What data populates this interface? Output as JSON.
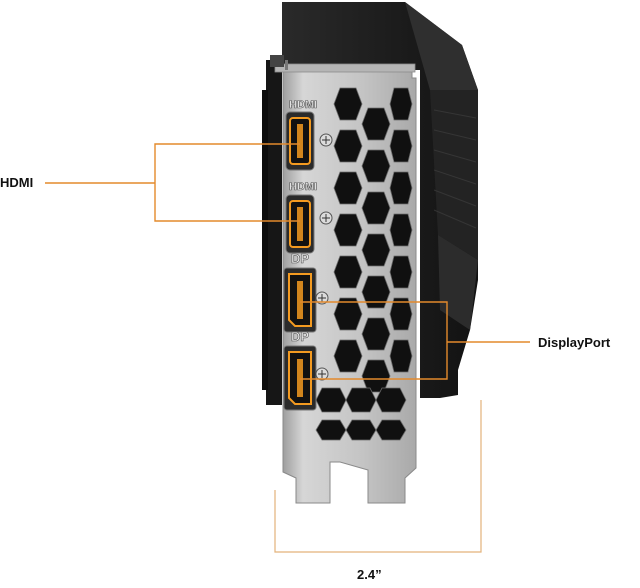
{
  "labels": {
    "hdmi": "HDMI",
    "displayport": "DisplayPort",
    "bracket_height": "2.4”"
  },
  "port_markings": {
    "hdmi": "HDMI",
    "dp": "DP"
  },
  "ports": [
    {
      "type": "hdmi",
      "marking": "HDMI"
    },
    {
      "type": "hdmi",
      "marking": "HDMI"
    },
    {
      "type": "dp",
      "marking": "DP"
    },
    {
      "type": "dp",
      "marking": "DP"
    }
  ],
  "colors": {
    "accent": "#e38a2c",
    "bracket": "#c8c8c8",
    "cooler": "#1b1b1b",
    "port_glow": "#f39a20"
  }
}
